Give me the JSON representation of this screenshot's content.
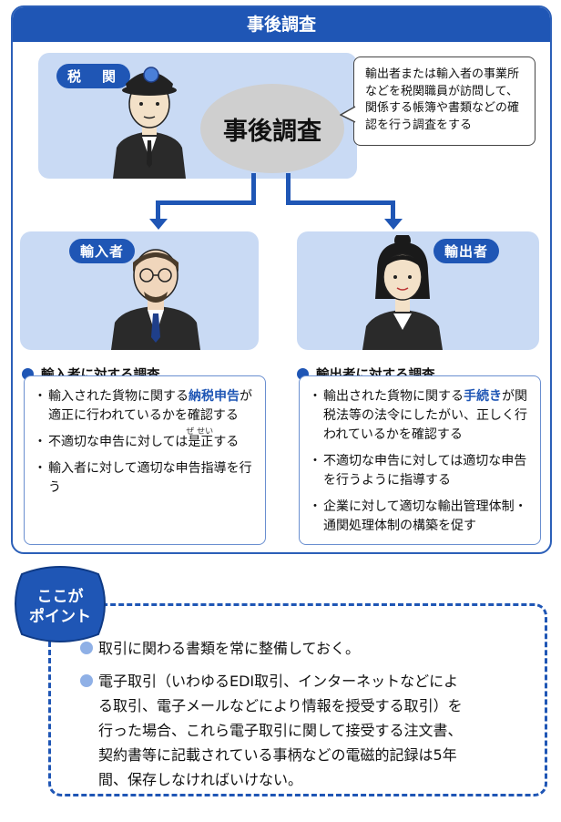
{
  "title": "事後調査",
  "customs": {
    "tag": "税　関",
    "center_label": "事後調査",
    "bubble": "輸出者または輸入者の事業所などを税関職員が訪問して、関係する帳簿や書類などの確認を行う調査をする"
  },
  "importer": {
    "tag": "輸入者",
    "heading": "輸入者に対する調査",
    "items": {
      "item1_pre": "輸入された貨物に関する",
      "item1_hl": "納税申告",
      "item1_post": "が適正に行われているかを確認する",
      "item2_pre": "不適切な申告に対しては",
      "item2_ruby_text": "是正",
      "item2_ruby": "ぜ せい",
      "item2_post": "する",
      "item3": "輸入者に対して適切な申告指導を行う"
    }
  },
  "exporter": {
    "tag": "輸出者",
    "heading": "輸出者に対する調査",
    "items": {
      "item1_pre": "輸出された貨物に関する",
      "item1_hl": "手続き",
      "item1_post": "が関税法等の法令にしたがい、正しく行われているかを確認する",
      "item2": "不適切な申告に対しては適切な申告を行うように指導する",
      "item3": "企業に対して適切な輸出管理体制・通関処理体制の構築を促す"
    }
  },
  "point": {
    "badge_line1": "ここが",
    "badge_line2": "ポイント",
    "p1": "取引に関わる書類を常に整備しておく。",
    "p2_l1": "電子取引（いわゆるEDI取引、インターネットなどによ",
    "p2_l2": "る取引、電子メールなどにより情報を授受する取引）を",
    "p2_l3": "行った場合、これら電子取引に関して接受する注文書、",
    "p2_l4": "契約書等に記載されている事柄などの電磁的記録は5年",
    "p2_l5": "間、保存しなければいけない。"
  },
  "colors": {
    "accent": "#1f56b5",
    "panel": "#c9daf4",
    "highlight": "#1f56b5"
  },
  "icons": [
    "customs-officer-illustration",
    "importer-illustration",
    "exporter-illustration"
  ]
}
